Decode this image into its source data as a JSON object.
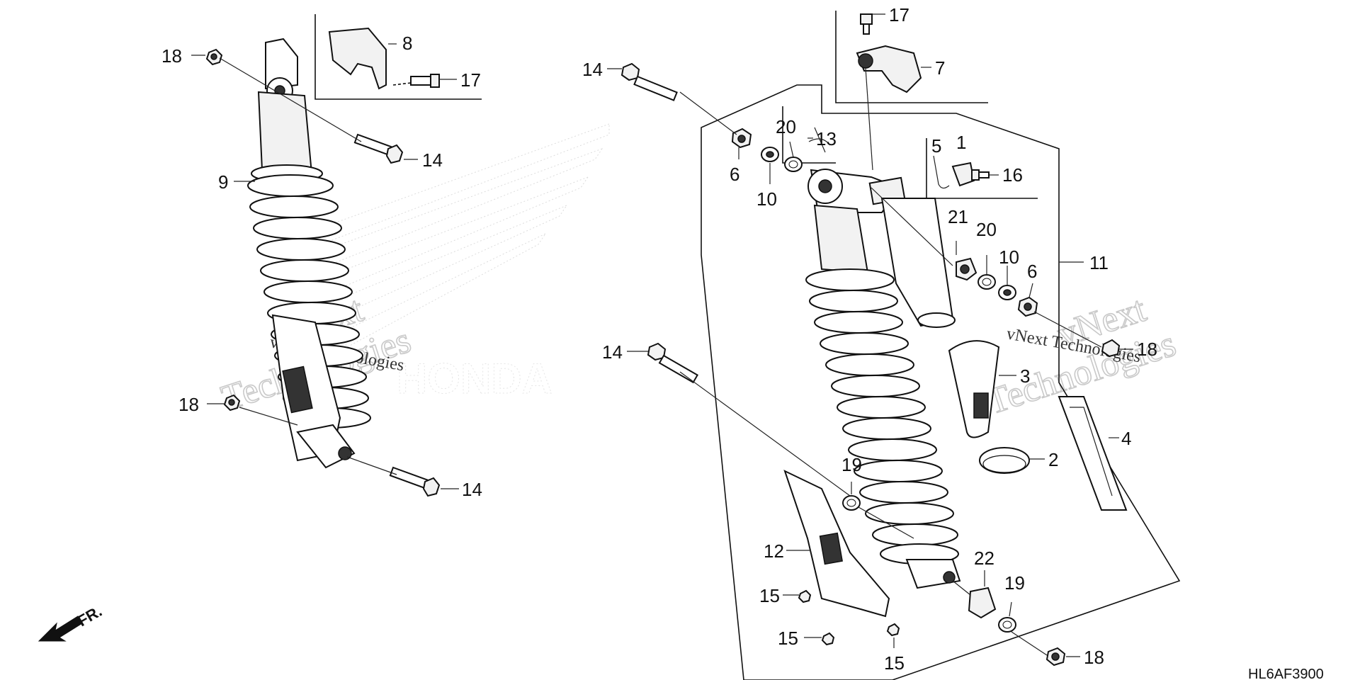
{
  "diagram": {
    "drawing_code": "HL6AF3900",
    "front_marker": "FR.",
    "watermark": {
      "line1": "vNext",
      "line2": "Technologies",
      "small": "vNext Technologies"
    },
    "callouts": {
      "c18a": "18",
      "c8": "8",
      "c17a": "17",
      "c14a": "14",
      "c9": "9",
      "c18b": "18",
      "c14b": "14",
      "c14c": "14",
      "c6a": "6",
      "c10a": "10",
      "c20a": "20",
      "c13": "13",
      "c17b": "17",
      "c7": "7",
      "c5": "5",
      "c1": "1",
      "c16": "16",
      "c21": "21",
      "c20b": "20",
      "c10b": "10",
      "c6b": "6",
      "c11": "11",
      "c18c": "18",
      "c14d": "14",
      "c3": "3",
      "c4": "4",
      "c2": "2",
      "c19a": "19",
      "c12": "12",
      "c22": "22",
      "c19b": "19",
      "c15a": "15",
      "c15b": "15",
      "c15c": "15",
      "c18d": "18"
    }
  }
}
